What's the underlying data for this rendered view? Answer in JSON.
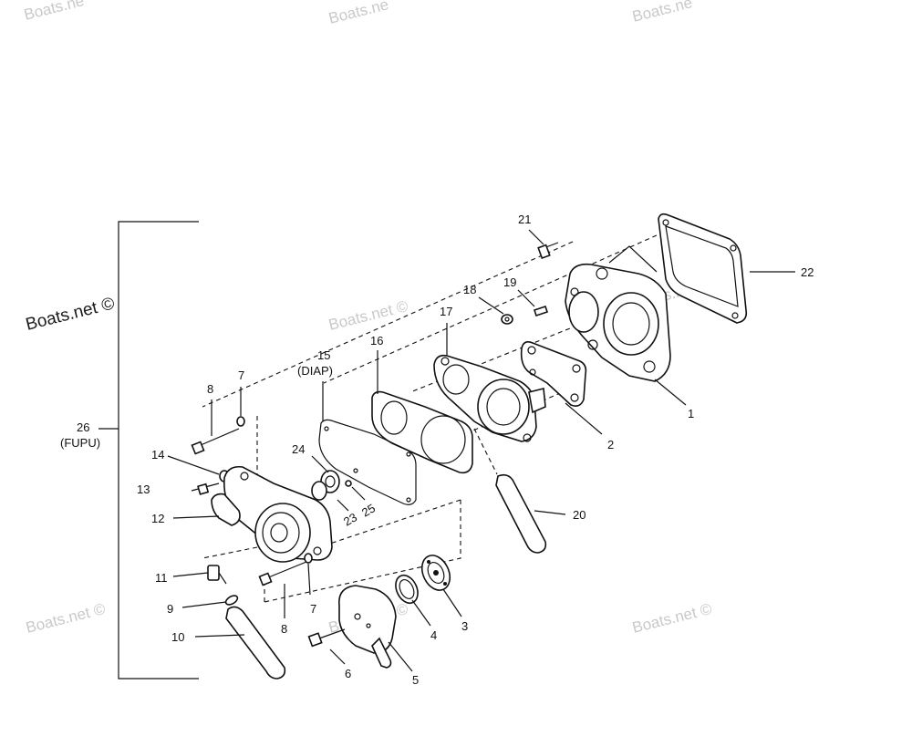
{
  "watermark": "Boats.net ©",
  "watermark_top": "Boats.ne",
  "callouts": {
    "p1": "1",
    "p2": "2",
    "p3": "3",
    "p4": "4",
    "p5": "5",
    "p6": "6",
    "p7a": "7",
    "p7b": "7",
    "p8a": "8",
    "p8b": "8",
    "p9": "9",
    "p10": "10",
    "p11": "11",
    "p12": "12",
    "p13": "13",
    "p14": "14",
    "p15": "15",
    "p15sub": "(DIAP)",
    "p16": "16",
    "p17": "17",
    "p18": "18",
    "p19": "19",
    "p20": "20",
    "p21": "21",
    "p22": "22",
    "p23": "23",
    "p24": "24",
    "p25": "25",
    "p26": "26",
    "p26sub": "(FUPU)"
  }
}
